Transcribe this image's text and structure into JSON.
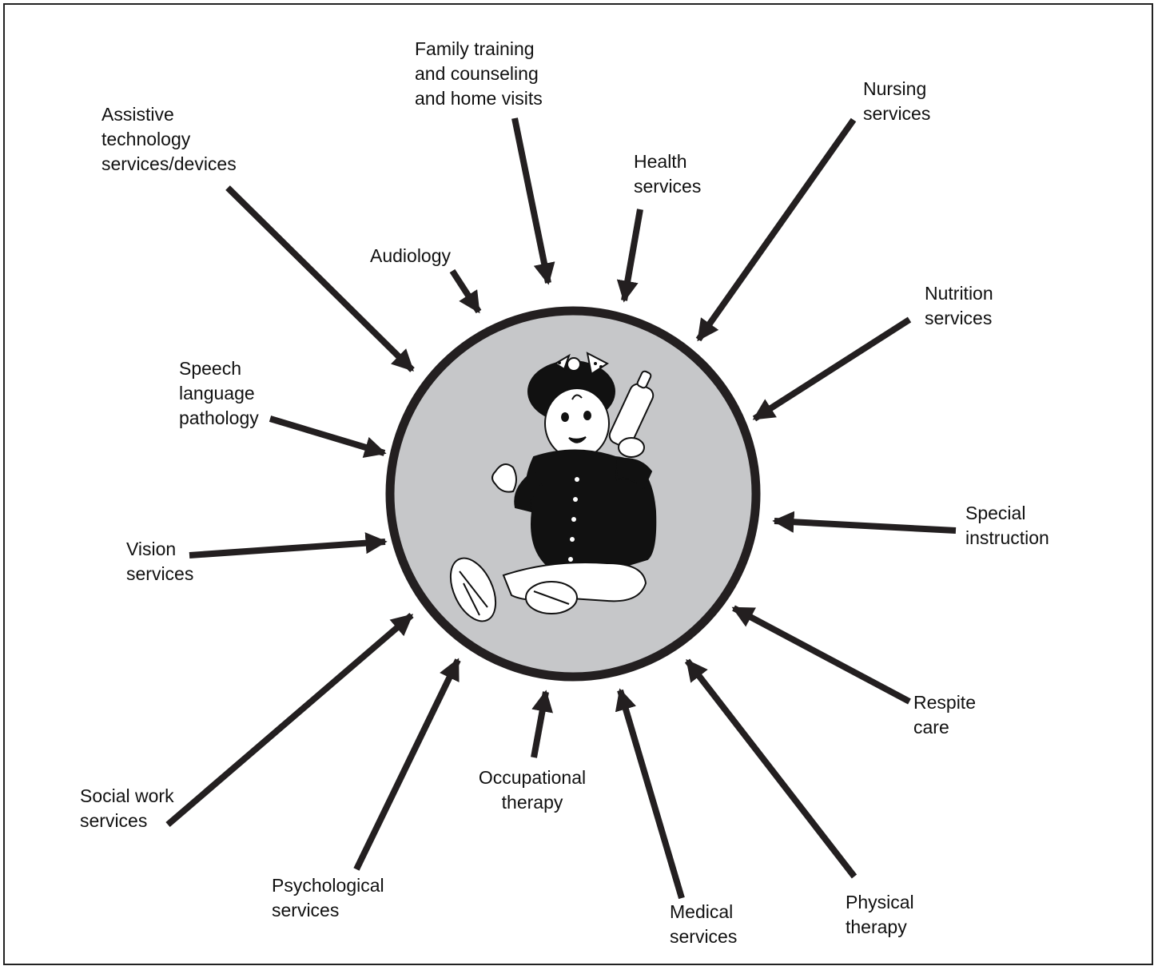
{
  "diagram": {
    "colors": {
      "circle_fill": "#c6c7c9",
      "circle_stroke": "#231f20",
      "arrow": "#231f20",
      "text": "#111111"
    },
    "center_image": "baby-sitting-holding-bottle",
    "services": [
      {
        "id": "family-training",
        "label": "Family training\nand counseling\nand home visits"
      },
      {
        "id": "nursing",
        "label": "Nursing\nservices"
      },
      {
        "id": "assistive-technology",
        "label": "Assistive\ntechnology\nservices/devices"
      },
      {
        "id": "health",
        "label": "Health\nservices"
      },
      {
        "id": "audiology",
        "label": "Audiology"
      },
      {
        "id": "nutrition",
        "label": "Nutrition\nservices"
      },
      {
        "id": "speech-language",
        "label": "Speech\nlanguage\npathology"
      },
      {
        "id": "special-instruction",
        "label": "Special\ninstruction"
      },
      {
        "id": "vision",
        "label": "Vision\nservices"
      },
      {
        "id": "respite-care",
        "label": "Respite\ncare"
      },
      {
        "id": "occupational-therapy",
        "label": "Occupational\ntherapy"
      },
      {
        "id": "social-work",
        "label": "Social work\nservices"
      },
      {
        "id": "psychological",
        "label": "Psychological\nservices"
      },
      {
        "id": "medical",
        "label": "Medical\nservices"
      },
      {
        "id": "physical-therapy",
        "label": "Physical\ntherapy"
      }
    ]
  }
}
